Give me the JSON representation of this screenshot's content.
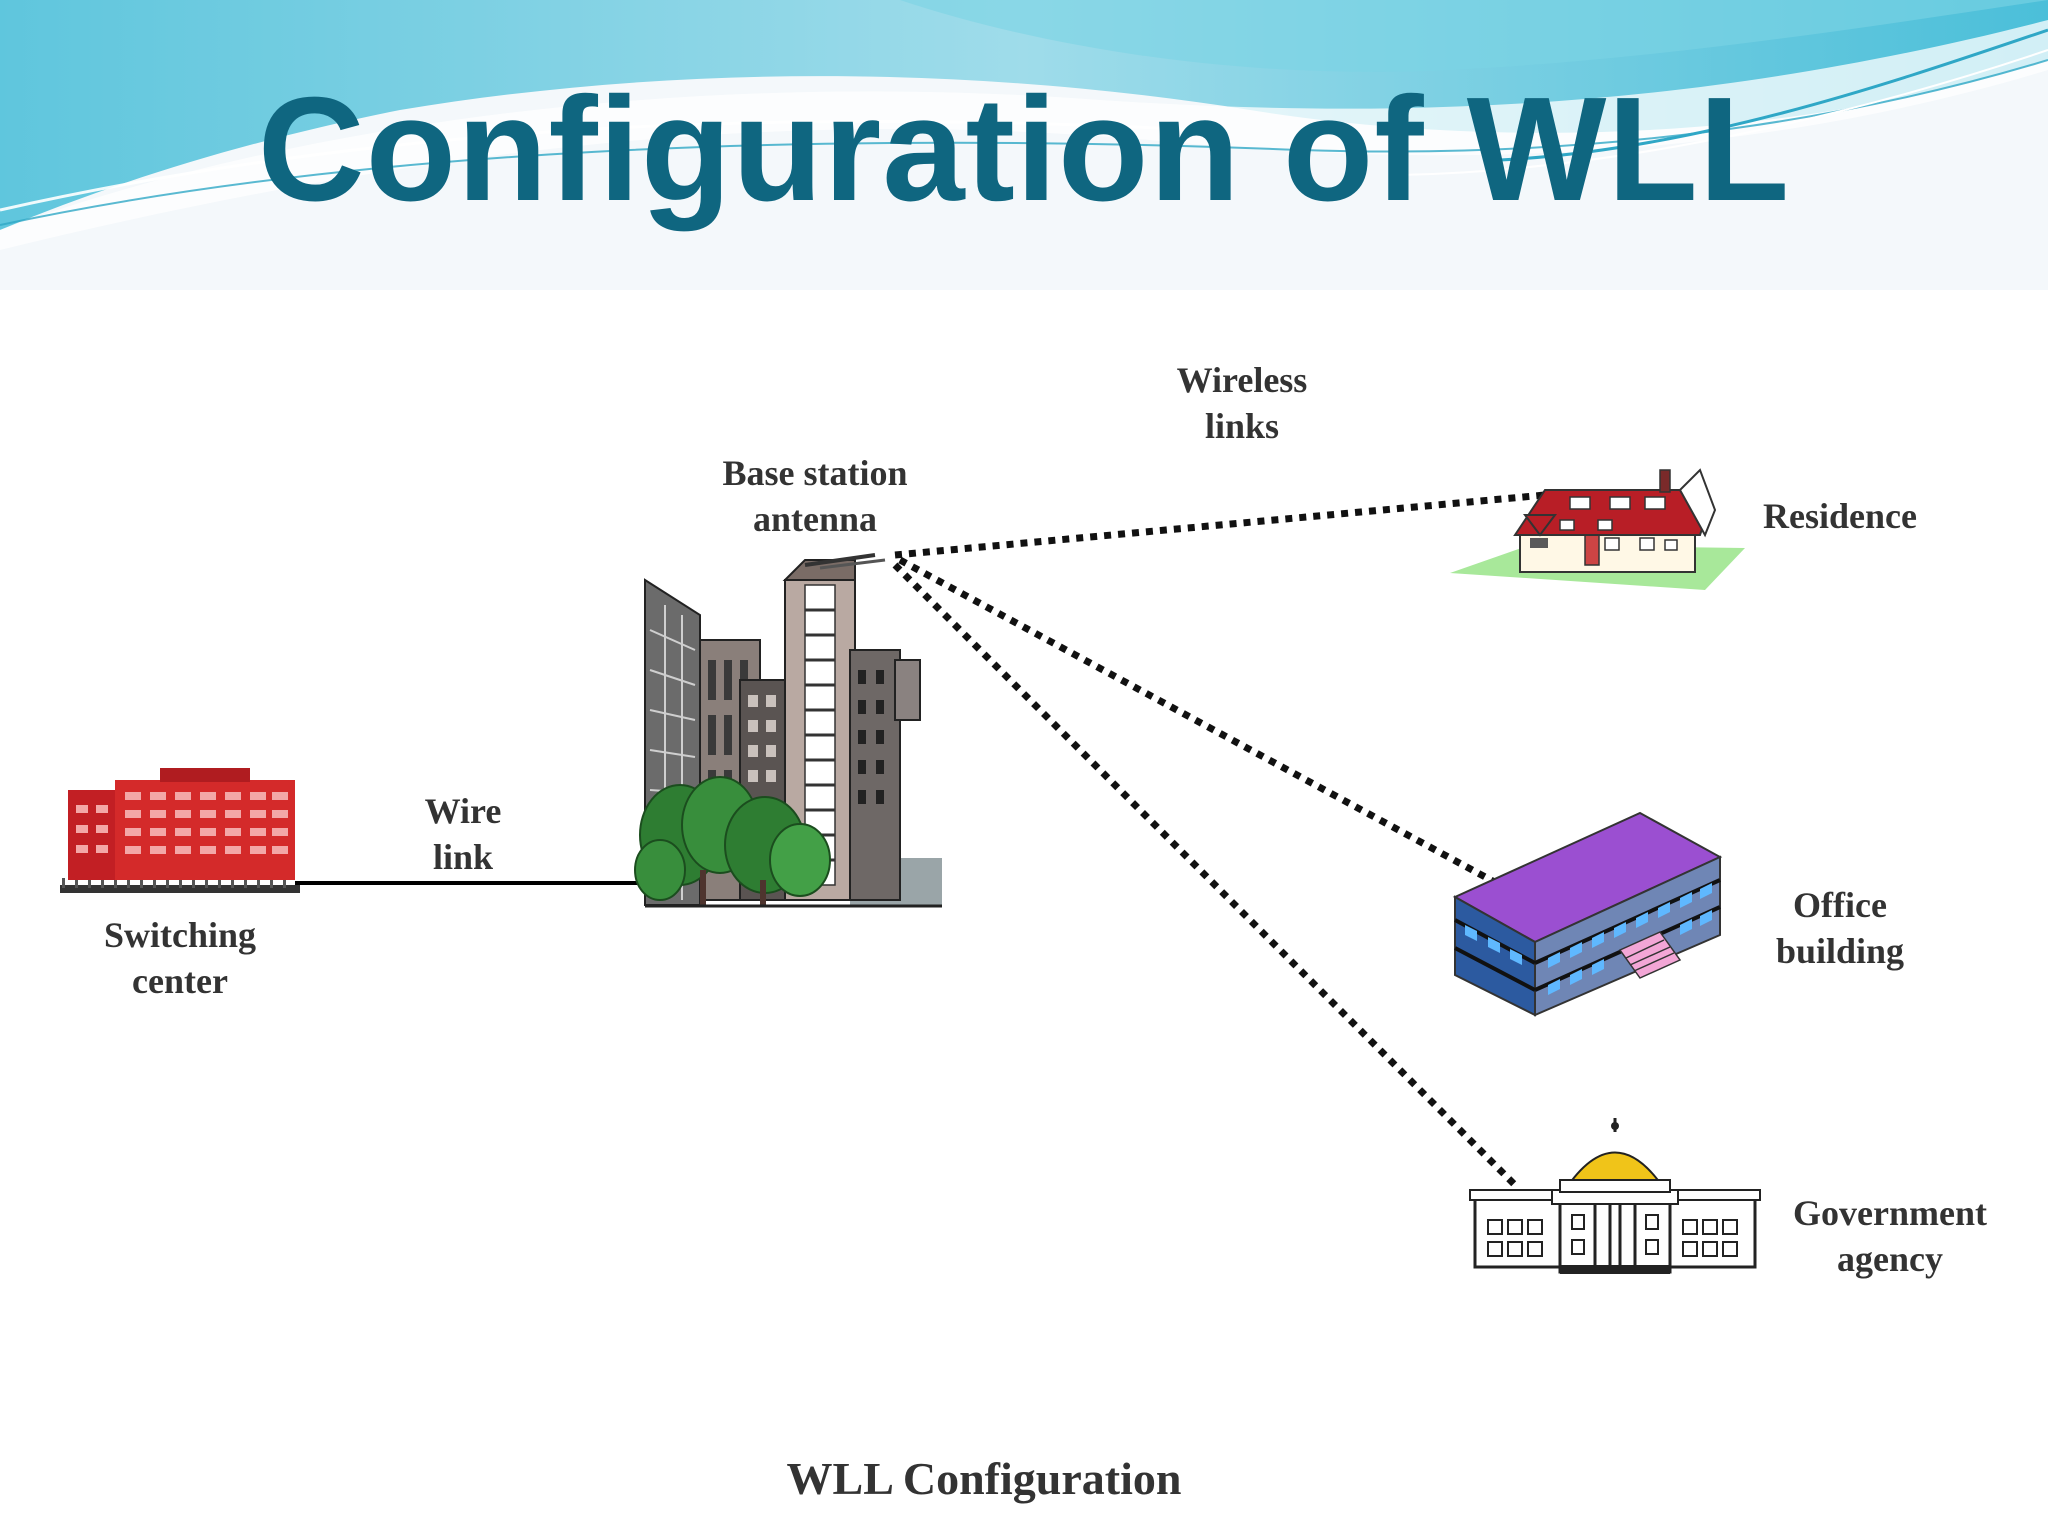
{
  "slide": {
    "title": "Configuration of WLL",
    "caption": "WLL Configuration"
  },
  "diagram": {
    "nodes": {
      "switching_center": {
        "label_line1": "Switching",
        "label_line2": "center"
      },
      "base_station": {
        "label_line1": "Base station",
        "label_line2": "antenna"
      },
      "residence": {
        "label": "Residence"
      },
      "office_building": {
        "label_line1": "Office",
        "label_line2": "building"
      },
      "government_agency": {
        "label_line1": "Government",
        "label_line2": "agency"
      }
    },
    "links": {
      "wire": {
        "label_line1": "Wire",
        "label_line2": "link"
      },
      "wireless": {
        "label_line1": "Wireless",
        "label_line2": "links"
      }
    }
  },
  "colors": {
    "title": "#0f6680",
    "switching_center": "#d42a2a",
    "residence_roof": "#b81e26",
    "office_roof": "#9b4fd1",
    "government_dome": "#f0c419",
    "label_text": "#333333"
  }
}
